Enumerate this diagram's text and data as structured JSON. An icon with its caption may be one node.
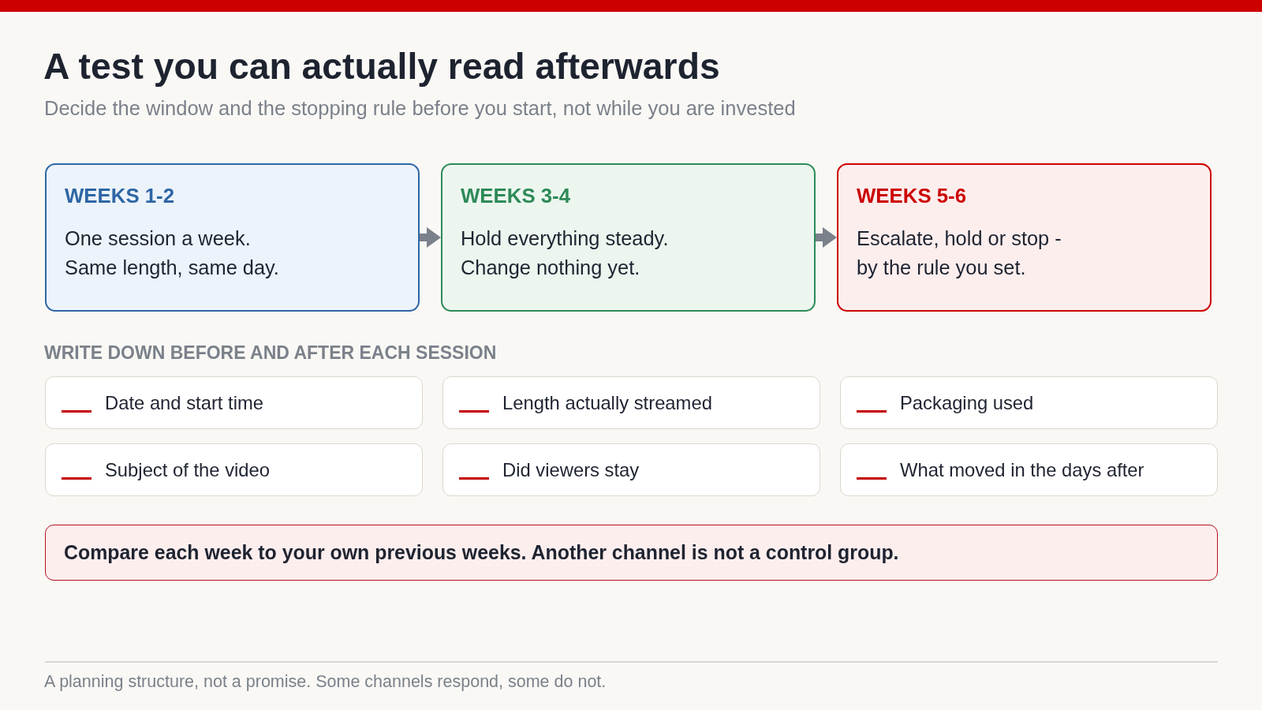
{
  "diagram": {
    "title": "A test you can actually read afterwards",
    "nodes": [
      {
        "text": [
          "WEEKS 1-2",
          "One session a week. Same length, same day."
        ]
      },
      {
        "text": [
          "WEEKS 3-4",
          "Hold everything steady. Change nothing yet."
        ]
      },
      {
        "text": [
          "WEEKS 5-6",
          "Escalate, hold or stop - by the rule you set."
        ]
      },
      {
        "text": [
          "Date and start time"
        ]
      },
      {
        "text": [
          "Length actually streamed"
        ]
      },
      {
        "text": [
          "Packaging used"
        ]
      },
      {
        "text": [
          "Subject of the video"
        ]
      },
      {
        "text": [
          "Did viewers stay"
        ]
      },
      {
        "text": [
          "What moved in the days after"
        ]
      },
      {
        "text": [
          "Compare each week to your own previous weeks. Another channel is not a control group."
        ]
      }
    ],
    "edges": [
      {
        "from": 0,
        "to": 1,
        "arrow": "to"
      },
      {
        "from": 1,
        "to": 2,
        "arrow": "to"
      }
    ],
    "labels": [
      "Decide the window and the stopping rule before you start, not while you are invested",
      "WRITE DOWN BEFORE AND AFTER EACH SESSION",
      "A planning structure, not a promise. Some channels respond, some do not."
    ]
  }
}
